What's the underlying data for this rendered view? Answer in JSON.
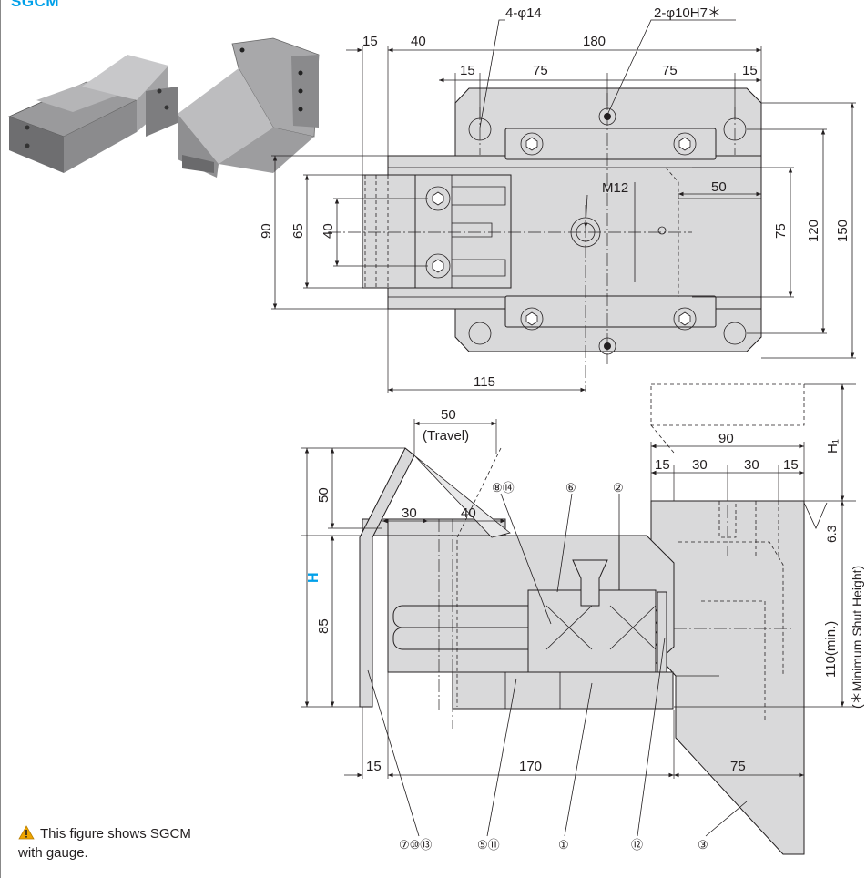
{
  "title": "SGCM",
  "note": "This figure shows SGCM with gauge.",
  "icons": {
    "warning": "warning-triangle-icon"
  },
  "colors": {
    "accent": "#00a0e9",
    "part_fill": "#d9d9da",
    "warning": "#f0a500"
  },
  "top_view": {
    "hole_label_1": "4-φ14",
    "hole_label_2": "2-φ10H7＊",
    "thread_label": "M12",
    "dims": {
      "d15_left": "15",
      "d40_top": "40",
      "d180": "180",
      "d15_a": "15",
      "d75_a": "75",
      "d75_b": "75",
      "d15_b": "15",
      "d50_right": "50",
      "d90": "90",
      "d65": "65",
      "d40_left": "40",
      "d75_right": "75",
      "d120": "120",
      "d150": "150",
      "d115": "115"
    }
  },
  "side_view": {
    "dims": {
      "d50_travel": "50",
      "travel": "(Travel)",
      "d50_v": "50",
      "d30": "30",
      "d40": "40",
      "d85": "85",
      "H": "H",
      "d90_r": "90",
      "d15_r1": "15",
      "d30_r1": "30",
      "d30_r2": "30",
      "d15_r2": "15",
      "H1": "H₁",
      "roughness": "6.3",
      "min_height": "110(min.)",
      "shut_height": "(＊Minimum Shut Height)",
      "d15_bottom": "15",
      "d170": "170",
      "d75_bottom": "75"
    },
    "part_callouts": {
      "c8_14": "⑧⑭",
      "c6": "⑥",
      "c2": "②",
      "c7_10_13": "⑦⑩⑬",
      "c5_11": "⑤⑪",
      "c1": "①",
      "c12": "⑫",
      "c3": "③"
    }
  }
}
